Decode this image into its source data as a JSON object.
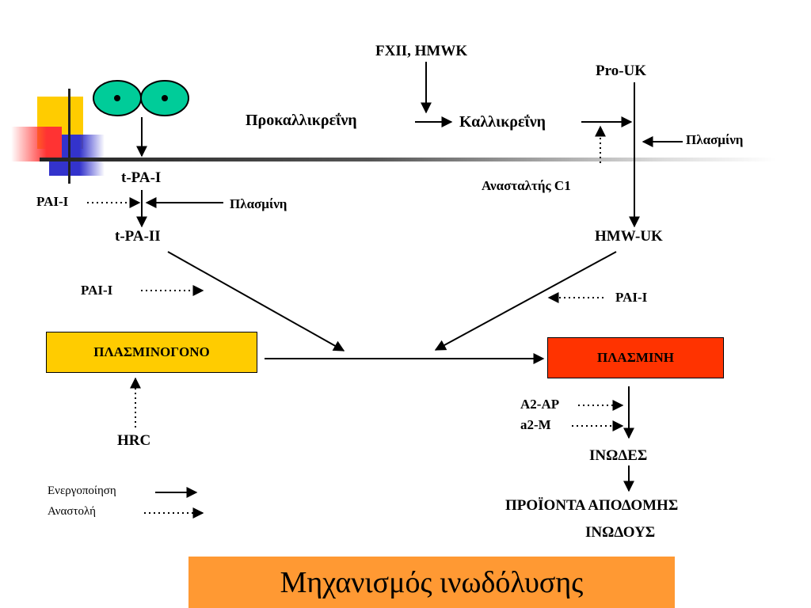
{
  "labels": {
    "fxii_hmwk": "FXII, HMWK",
    "pro_uk": "Pro-UK",
    "prekallikrein": "Προκαλλικρεΐνη",
    "kallikrein": "Καλλικρεΐνη",
    "plasmin_right": "Πλασμίνη",
    "c1_inhibitor": "Ανασταλτής C1",
    "tpa_i": "t-PA-I",
    "pai_i_top": "PAI-I",
    "plasmin_left": "Πλασμίνη",
    "tpa_ii": "t-PA-II",
    "hmw_uk": "HMW-UK",
    "pai_i_left": "PAI-I",
    "pai_i_right": "PAI-I",
    "plasminogen": "ΠΛΑΣΜΙΝΟΓΟΝΟ",
    "plasmin_box": "ΠΛΑΣΜΙΝΗ",
    "a2_ap": "Α2-ΑΡ",
    "a2_m": "a2-M",
    "hrc": "HRC",
    "fibrin": "ΙΝΩΔΕΣ",
    "degradation_1": "ΠΡΟΪΟΝΤΑ ΑΠΟΔΟΜΗΣ",
    "degradation_2": "ΙΝΩΔΟΥΣ"
  },
  "legend": {
    "activation": "Ενεργοποίηση",
    "inhibition": "Αναστολή"
  },
  "title": "Μηχανισμός  ινωδόλυσης",
  "colors": {
    "plasminogen_fill": "#FFCC00",
    "plasmin_fill": "#FF3300",
    "title_fill": "#FF9933",
    "cell_fill": "#00CC99",
    "deco_yellow": "#FFCC00",
    "deco_blue": "#3333CC",
    "deco_red": "#FF3333"
  }
}
